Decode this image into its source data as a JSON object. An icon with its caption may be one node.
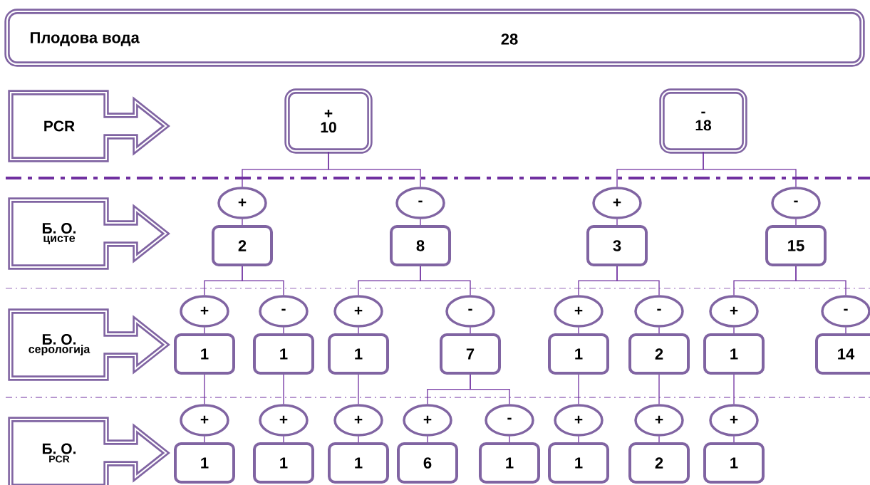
{
  "diagram": {
    "nodes": [
      {
        "text": [
          "Плодова вода",
          "28"
        ]
      },
      {
        "text": [
          "PCR"
        ]
      },
      {
        "text": [
          "+",
          "10"
        ]
      },
      {
        "text": [
          "-",
          "18"
        ]
      },
      {
        "text": [
          "Б. О.",
          "цисте"
        ]
      },
      {
        "text": [
          "+"
        ]
      },
      {
        "text": [
          "-"
        ]
      },
      {
        "text": [
          "+"
        ]
      },
      {
        "text": [
          "-"
        ]
      },
      {
        "text": [
          "2"
        ]
      },
      {
        "text": [
          "8"
        ]
      },
      {
        "text": [
          "3"
        ]
      },
      {
        "text": [
          "15"
        ]
      },
      {
        "text": [
          "Б. О.",
          "серологија"
        ]
      },
      {
        "text": [
          "+"
        ]
      },
      {
        "text": [
          "-"
        ]
      },
      {
        "text": [
          "+"
        ]
      },
      {
        "text": [
          "-"
        ]
      },
      {
        "text": [
          "+"
        ]
      },
      {
        "text": [
          "-"
        ]
      },
      {
        "text": [
          "+"
        ]
      },
      {
        "text": [
          "-"
        ]
      },
      {
        "text": [
          "1"
        ]
      },
      {
        "text": [
          "1"
        ]
      },
      {
        "text": [
          "1"
        ]
      },
      {
        "text": [
          "7"
        ]
      },
      {
        "text": [
          "1"
        ]
      },
      {
        "text": [
          "2"
        ]
      },
      {
        "text": [
          "1"
        ]
      },
      {
        "text": [
          "14"
        ]
      },
      {
        "text": [
          "Б. О.",
          "PCR"
        ]
      },
      {
        "text": [
          "+"
        ]
      },
      {
        "text": [
          "+"
        ]
      },
      {
        "text": [
          "+"
        ]
      },
      {
        "text": [
          "+"
        ]
      },
      {
        "text": [
          "-"
        ]
      },
      {
        "text": [
          "+"
        ]
      },
      {
        "text": [
          "+"
        ]
      },
      {
        "text": [
          "+"
        ]
      },
      {
        "text": [
          "1"
        ]
      },
      {
        "text": [
          "1"
        ]
      },
      {
        "text": [
          "1"
        ]
      },
      {
        "text": [
          "6"
        ]
      },
      {
        "text": [
          "1"
        ]
      },
      {
        "text": [
          "1"
        ]
      },
      {
        "text": [
          "2"
        ]
      },
      {
        "text": [
          "1"
        ]
      }
    ],
    "edges": [
      {
        "from": 2,
        "to": 5,
        "arrow": "none"
      },
      {
        "from": 2,
        "to": 6,
        "arrow": "none"
      },
      {
        "from": 3,
        "to": 7,
        "arrow": "none"
      },
      {
        "from": 3,
        "to": 8,
        "arrow": "none"
      },
      {
        "from": 5,
        "to": 9,
        "arrow": "none"
      },
      {
        "from": 6,
        "to": 10,
        "arrow": "none"
      },
      {
        "from": 7,
        "to": 11,
        "arrow": "none"
      },
      {
        "from": 8,
        "to": 12,
        "arrow": "none"
      },
      {
        "from": 9,
        "to": 14,
        "arrow": "none"
      },
      {
        "from": 9,
        "to": 15,
        "arrow": "none"
      },
      {
        "from": 10,
        "to": 16,
        "arrow": "none"
      },
      {
        "from": 10,
        "to": 17,
        "arrow": "none"
      },
      {
        "from": 11,
        "to": 18,
        "arrow": "none"
      },
      {
        "from": 11,
        "to": 19,
        "arrow": "none"
      },
      {
        "from": 12,
        "to": 20,
        "arrow": "none"
      },
      {
        "from": 12,
        "to": 21,
        "arrow": "none"
      },
      {
        "from": 14,
        "to": 22,
        "arrow": "none"
      },
      {
        "from": 15,
        "to": 23,
        "arrow": "none"
      },
      {
        "from": 16,
        "to": 24,
        "arrow": "none"
      },
      {
        "from": 17,
        "to": 25,
        "arrow": "none"
      },
      {
        "from": 18,
        "to": 26,
        "arrow": "none"
      },
      {
        "from": 19,
        "to": 27,
        "arrow": "none"
      },
      {
        "from": 20,
        "to": 28,
        "arrow": "none"
      },
      {
        "from": 21,
        "to": 29,
        "arrow": "none"
      },
      {
        "from": 22,
        "to": 31,
        "arrow": "none"
      },
      {
        "from": 23,
        "to": 32,
        "arrow": "none"
      },
      {
        "from": 24,
        "to": 33,
        "arrow": "none"
      },
      {
        "from": 25,
        "to": 34,
        "arrow": "none"
      },
      {
        "from": 25,
        "to": 35,
        "arrow": "none"
      },
      {
        "from": 26,
        "to": 36,
        "arrow": "none"
      },
      {
        "from": 27,
        "to": 37,
        "arrow": "none"
      },
      {
        "from": 28,
        "to": 38,
        "arrow": "none"
      },
      {
        "from": 31,
        "to": 39,
        "arrow": "none"
      },
      {
        "from": 32,
        "to": 40,
        "arrow": "none"
      },
      {
        "from": 33,
        "to": 41,
        "arrow": "none"
      },
      {
        "from": 34,
        "to": 42,
        "arrow": "none"
      },
      {
        "from": 35,
        "to": 43,
        "arrow": "none"
      },
      {
        "from": 36,
        "to": 44,
        "arrow": "none"
      },
      {
        "from": 37,
        "to": 45,
        "arrow": "none"
      },
      {
        "from": 38,
        "to": 46,
        "arrow": "none"
      }
    ]
  }
}
